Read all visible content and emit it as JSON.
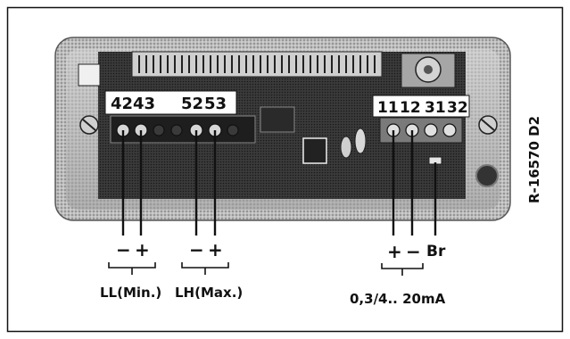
{
  "figure": {
    "reference_code": "R-16570 D2"
  },
  "terminal_blocks": {
    "left": {
      "labels": [
        "42",
        "43",
        "52",
        "53"
      ]
    },
    "right": {
      "labels": [
        "11",
        "12",
        "31",
        "32"
      ]
    }
  },
  "connections": {
    "ll": {
      "minus": "−",
      "plus": "+",
      "caption": "LL(Min.)"
    },
    "lh": {
      "minus": "−",
      "plus": "+",
      "caption": "LH(Max.)"
    },
    "out": {
      "plus": "+",
      "minus": "−",
      "br": "Br",
      "caption": "0,3/4.. 20mA"
    }
  }
}
